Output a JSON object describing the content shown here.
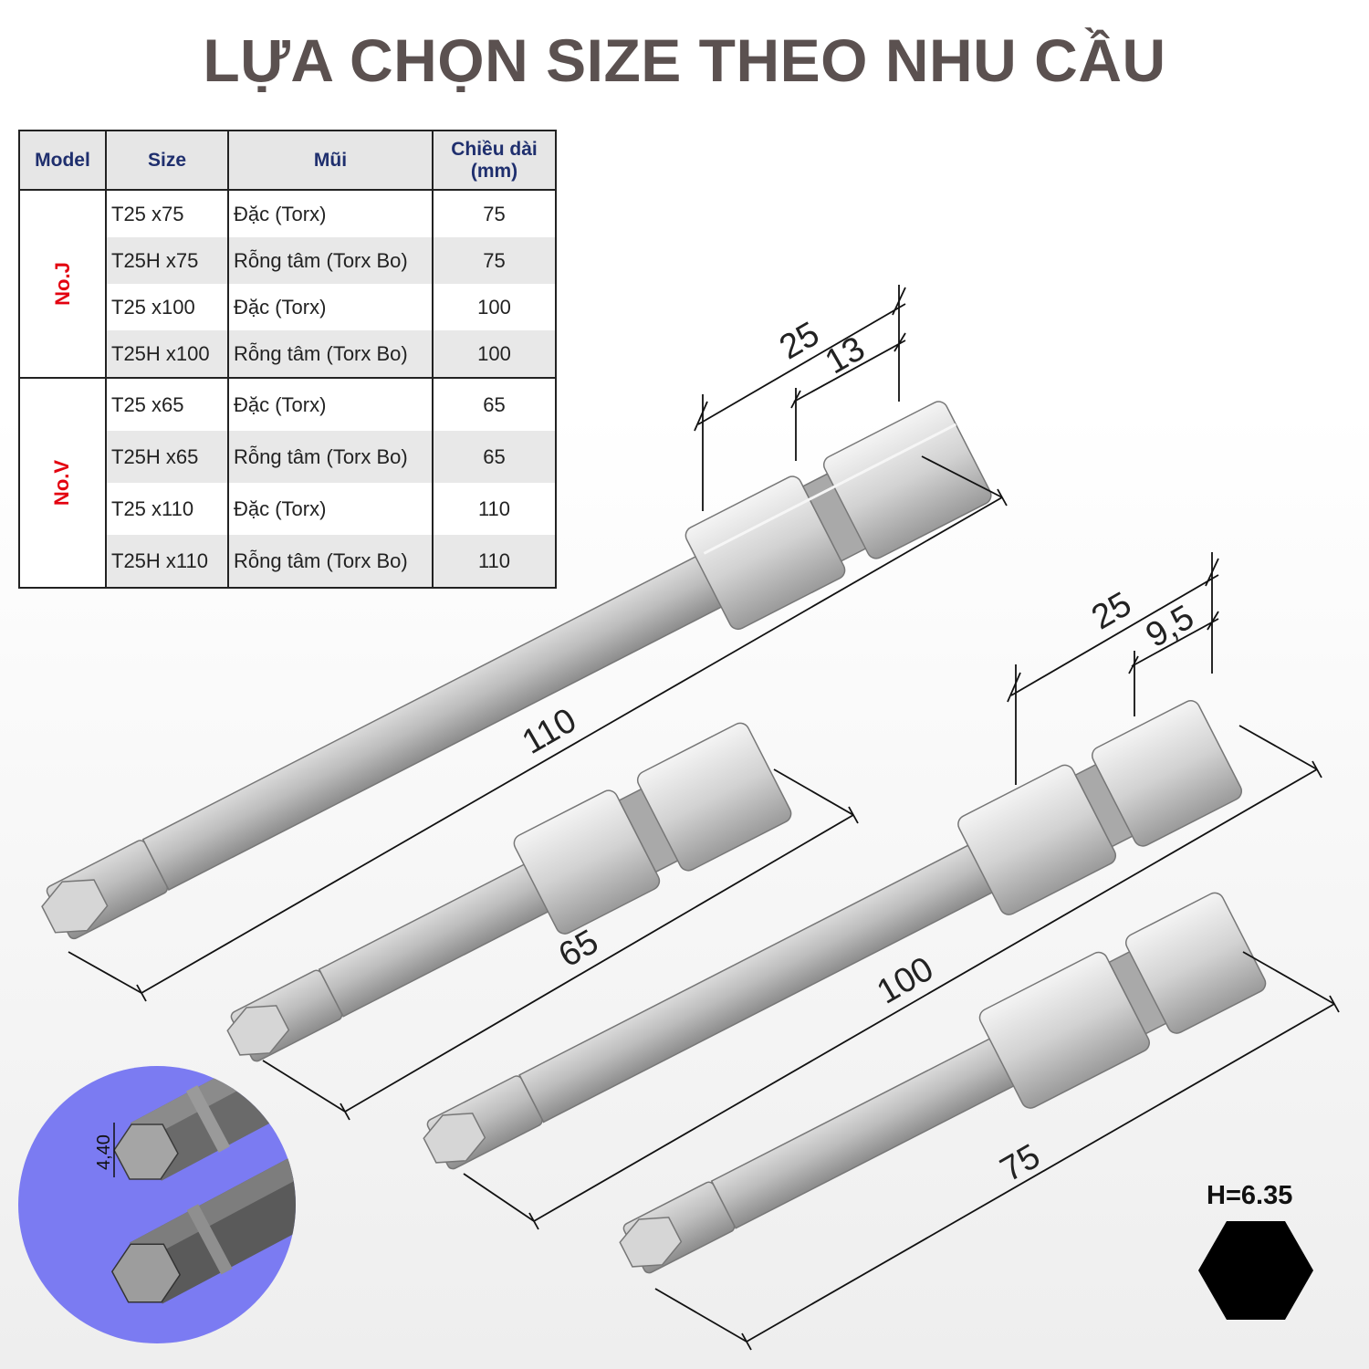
{
  "title": "LỰA CHỌN SIZE THEO NHU CẦU",
  "table": {
    "headers": {
      "model": "Model",
      "size": "Size",
      "tip": "Mũi",
      "length_line1": "Chiều dài",
      "length_line2": "(mm)"
    },
    "groups": [
      {
        "model": "No.J",
        "rows": [
          {
            "size": "T25 x75",
            "tip": "Đặc (Torx)",
            "length": "75"
          },
          {
            "size": "T25H x75",
            "tip": "Rỗng tâm (Torx Bo)",
            "length": "75"
          },
          {
            "size": "T25 x100",
            "tip": "Đặc (Torx)",
            "length": "100"
          },
          {
            "size": "T25H x100",
            "tip": "Rỗng tâm (Torx Bo)",
            "length": "100"
          }
        ]
      },
      {
        "model": "No.V",
        "rows": [
          {
            "size": "T25 x65",
            "tip": "Đặc (Torx)",
            "length": "65"
          },
          {
            "size": "T25H x65",
            "tip": "Rỗng tâm (Torx Bo)",
            "length": "65"
          },
          {
            "size": "T25 x110",
            "tip": "Đặc (Torx)",
            "length": "110"
          },
          {
            "size": "T25H x110",
            "tip": "Rỗng tâm (Torx Bo)",
            "length": "110"
          }
        ]
      }
    ]
  },
  "dimensions": {
    "bit_110": {
      "length": "110",
      "hex": "25",
      "neck": "13"
    },
    "bit_65": {
      "length": "65"
    },
    "bit_100": {
      "length": "100",
      "hex": "25",
      "neck": "9,5"
    },
    "bit_75": {
      "length": "75"
    },
    "tip_size": "4,40"
  },
  "hex_label": "H=6.35",
  "colors": {
    "title": "#5b5150",
    "header_text": "#1f2f6e",
    "model_text": "#e3000f",
    "inset_bg": "#7b7bf2",
    "bit_body": "#c4c4c4"
  }
}
